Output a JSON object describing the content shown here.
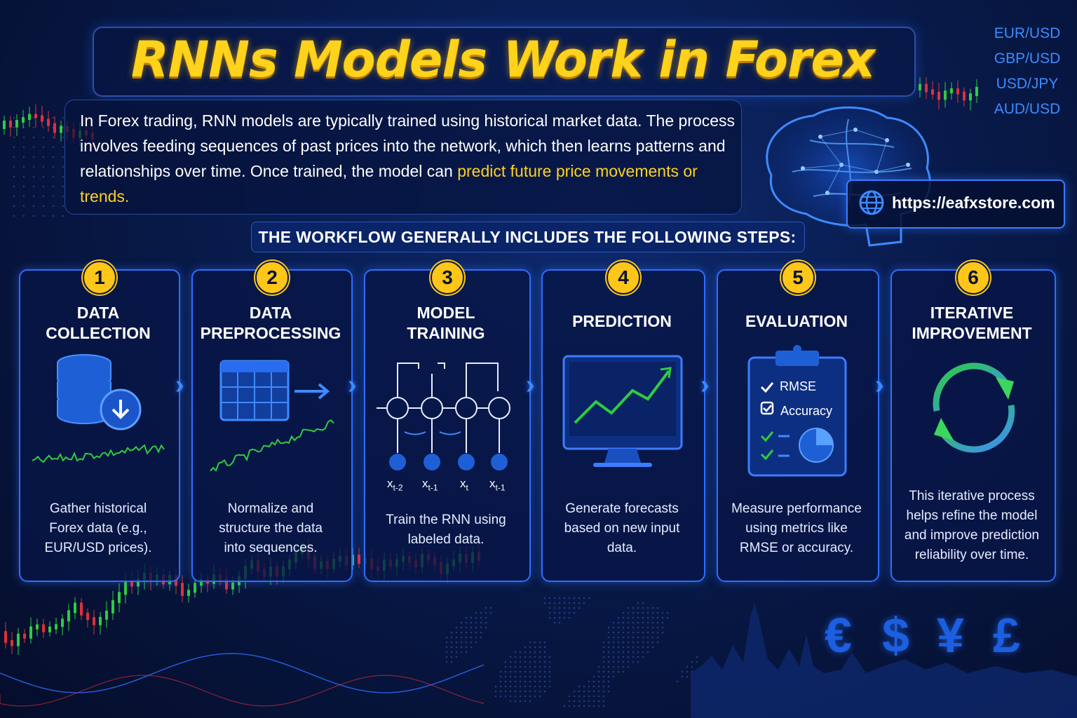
{
  "title": "RNNs Models Work in Forex",
  "intro": {
    "text": "In Forex trading, RNN models are typically trained using historical market data. The process involves feeding sequences of past prices into the network, which then learns patterns and relationships over time. Once trained, the model can ",
    "highlight": "predict future price movements or trends."
  },
  "currency_pairs": [
    "EUR/USD",
    "GBP/USD",
    "USD/JPY",
    "AUD/USD"
  ],
  "website": {
    "url": "https://eafxstore.com",
    "icon": "globe-icon"
  },
  "steps_heading": "THE WORKFLOW GENERALLY INCLUDES THE FOLLOWING STEPS:",
  "steps": [
    {
      "number": "1",
      "title_line1": "DATA",
      "title_line2": "COLLECTION",
      "description": "Gather historical Forex data (e.g., EUR/USD prices).",
      "icon": "database-download-icon"
    },
    {
      "number": "2",
      "title_line1": "DATA",
      "title_line2": "PREPROCESSING",
      "description": "Normalize and structure the data into sequences.",
      "icon": "table-arrow-icon"
    },
    {
      "number": "3",
      "title_line1": "MODEL",
      "title_line2": "TRAINING",
      "description": "Train the RNN using labeled data.",
      "icon": "rnn-diagram-icon"
    },
    {
      "number": "4",
      "title_line1": "PREDICTION",
      "title_line2": "",
      "description": "Generate forecasts based on new input data.",
      "icon": "monitor-chart-icon"
    },
    {
      "number": "5",
      "title_line1": "EVALUATION",
      "title_line2": "",
      "description": "Measure performance using metrics like RMSE or accuracy.",
      "icon": "clipboard-icon"
    },
    {
      "number": "6",
      "title_line1": "ITERATIVE",
      "title_line2": "IMPROVEMENT",
      "description": "This iterative process helps refine the model and improve prediction reliability over time.",
      "icon": "refresh-cycle-icon"
    }
  ],
  "rnn_inputs": [
    "x",
    "x",
    "x",
    "x"
  ],
  "rnn_subscripts": [
    "t-2",
    "t-1",
    "t",
    "t-1"
  ],
  "evaluation_metrics": [
    "RMSE",
    "Accuracy"
  ],
  "currency_symbols": [
    "€",
    "$",
    "¥",
    "£"
  ],
  "colors": {
    "accent_yellow": "#ffd21c",
    "accent_blue": "#2f6dff",
    "candle_green": "#2ecc40",
    "candle_red": "#e0303a",
    "background": "#06102e"
  }
}
